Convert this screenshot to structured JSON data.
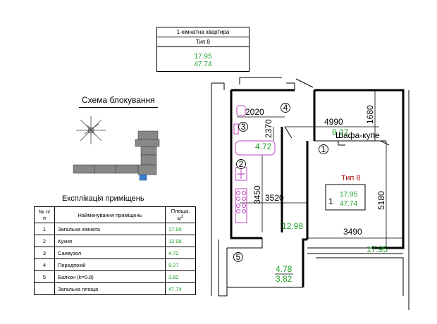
{
  "header": {
    "apartment": "1-кімнатна квартира",
    "type": "Тип 8",
    "living_area": "17.95",
    "total_area": "47.74"
  },
  "scheme": {
    "title": "Схема блокування"
  },
  "explication": {
    "title": "Експлікація приміщень",
    "headers": {
      "num": "№ п/п",
      "name": "Найменування приміщень",
      "area": "Площа, м",
      "area_sup": "2"
    },
    "rows": [
      {
        "num": "1",
        "name": "Загальна кімната",
        "area": "17.95"
      },
      {
        "num": "2",
        "name": "Кухня",
        "area": "12.98"
      },
      {
        "num": "3",
        "name": "Санвузол",
        "area": "4.72"
      },
      {
        "num": "4",
        "name": "Передпокій",
        "area": "8.27"
      },
      {
        "num": "5",
        "name": "Балкон (k=0.8)",
        "area": "3.82"
      }
    ],
    "total": {
      "name": "Загальна площа",
      "area": "47.74"
    }
  },
  "plan": {
    "dimensions": {
      "d2020": "2020",
      "d2370": "2370",
      "d4990": "4990",
      "d1680": "1680",
      "d3450": "3450",
      "d3520": "3520",
      "d5180": "5180",
      "d3490": "3490"
    },
    "rooms": {
      "r1": "1",
      "r2": "2",
      "r3": "3",
      "r4": "4",
      "r5": "5"
    },
    "areas": {
      "hall": "8.27",
      "bath": "4.72",
      "kitchen": "12.98",
      "living": "17.95",
      "balcony_gross": "4.78",
      "balcony": "3.82"
    },
    "closet_label": "Шафа-купе",
    "type_box": {
      "number": "1",
      "type": "Тип 8",
      "living": "17.95",
      "total": "47.74"
    }
  },
  "colors": {
    "area_green": "#22a02a",
    "fixture_magenta": "#c040c0",
    "highlight_blue": "#3a7fd0"
  }
}
